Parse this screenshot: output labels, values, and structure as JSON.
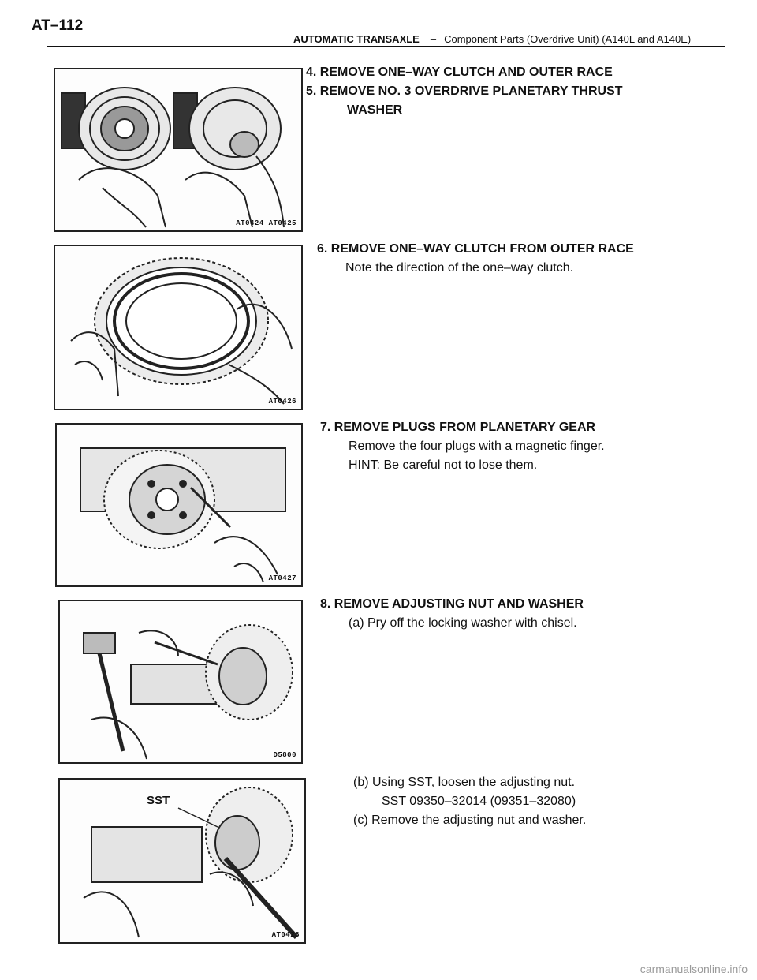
{
  "header": {
    "page_number": "AT–112",
    "section": "AUTOMATIC TRANSAXLE",
    "separator": "–",
    "subtitle": "Component Parts (Overdrive Unit) (A140L and A140E)"
  },
  "steps": [
    {
      "lines": [
        "4. REMOVE ONE–WAY CLUTCH AND OUTER RACE",
        "5. REMOVE NO. 3 OVERDRIVE PLANETARY THRUST"
      ],
      "continuation": "WASHER",
      "figure_code": "AT0424 AT0425"
    },
    {
      "heading": "6. REMOVE ONE–WAY CLUTCH FROM OUTER RACE",
      "body": [
        "Note the direction of the one–way clutch."
      ],
      "figure_code": "AT0426"
    },
    {
      "heading": "7. REMOVE PLUGS FROM PLANETARY GEAR",
      "body": [
        "Remove the four plugs with a magnetic finger.",
        "HINT: Be careful not to lose them."
      ],
      "figure_code": "AT0427"
    },
    {
      "heading": "8. REMOVE ADJUSTING NUT AND WASHER",
      "body": [
        "(a) Pry off the locking washer with chisel."
      ],
      "figure_code": "D5800"
    },
    {
      "body_b": "(b) Using SST, loosen the adjusting nut.",
      "sst": "SST 09350–32014 (09351–32080)",
      "body_c": "(c) Remove the adjusting nut and washer.",
      "sst_label": "SST",
      "figure_code": "AT0428"
    }
  ],
  "footer": "carmanualsonline.info"
}
